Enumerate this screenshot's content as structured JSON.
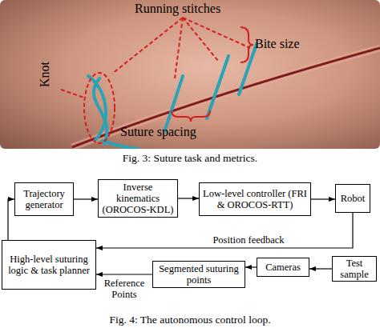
{
  "diagram": {
    "caption": "Fig. 4: The autonomous control loop.",
    "nodes": [
      {
        "text": [
          "Trajectory generator"
        ]
      },
      {
        "text": [
          "Inverse kinematics (OROCOS-KDL)"
        ]
      },
      {
        "text": [
          "Low-level controller (FRI & OROCOS-RTT)"
        ]
      },
      {
        "text": [
          "Robot"
        ]
      },
      {
        "text": [
          "High-level suturing logic & task planner"
        ]
      },
      {
        "text": [
          "Segmented suturing points"
        ]
      },
      {
        "text": [
          "Cameras"
        ]
      },
      {
        "text": [
          "Test sample"
        ]
      }
    ],
    "edges": [
      {
        "from": 0,
        "to": 1,
        "arrow": "to"
      },
      {
        "from": 1,
        "to": 2,
        "arrow": "to"
      },
      {
        "from": 2,
        "to": 3,
        "arrow": "to"
      },
      {
        "from": 3,
        "to": 4,
        "label": "Position feedback",
        "arrow": "to"
      },
      {
        "from": 4,
        "to": 0,
        "arrow": "to"
      },
      {
        "from": 5,
        "to": 4,
        "label": "Reference Points",
        "arrow": "to"
      },
      {
        "from": 6,
        "to": 5,
        "arrow": "to"
      },
      {
        "from": 7,
        "to": 6,
        "arrow": "to"
      }
    ],
    "labels": [
      "Running stitches",
      "Bite size",
      "Knot",
      "Suture spacing",
      "Fig. 3: Suture task and metrics."
    ]
  }
}
